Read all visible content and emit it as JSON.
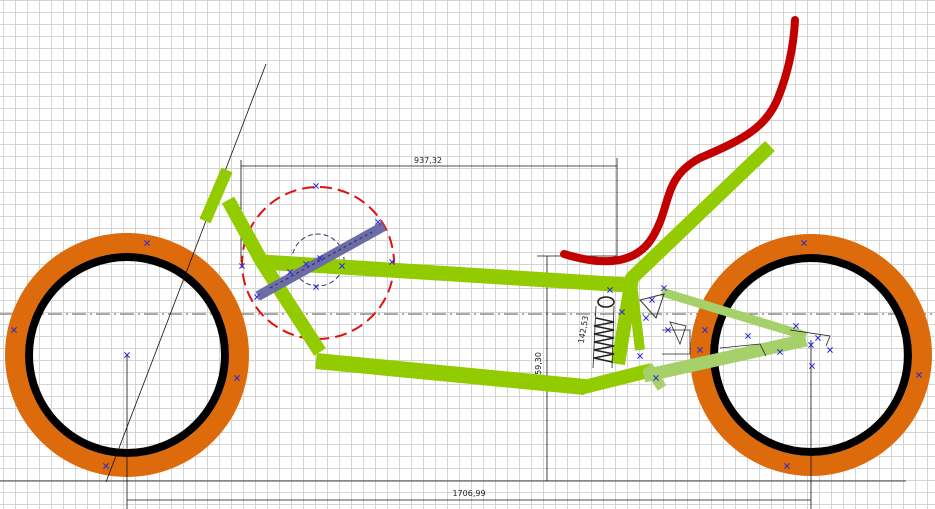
{
  "colors": {
    "tire": "#dd6a0b",
    "rim": "#000000",
    "frame": "#92cc00",
    "frame_light": "#a6d06a",
    "seat": "#c20000",
    "circle": "#e01010",
    "shock": "#6c6ca6",
    "mark": "#2a2ad8",
    "grid": "#d4d4d4"
  },
  "dimensions": {
    "wheelbase": "1706,99",
    "frame_length": "937,32",
    "seat_height": "559,30",
    "shock_length": "142,53"
  }
}
